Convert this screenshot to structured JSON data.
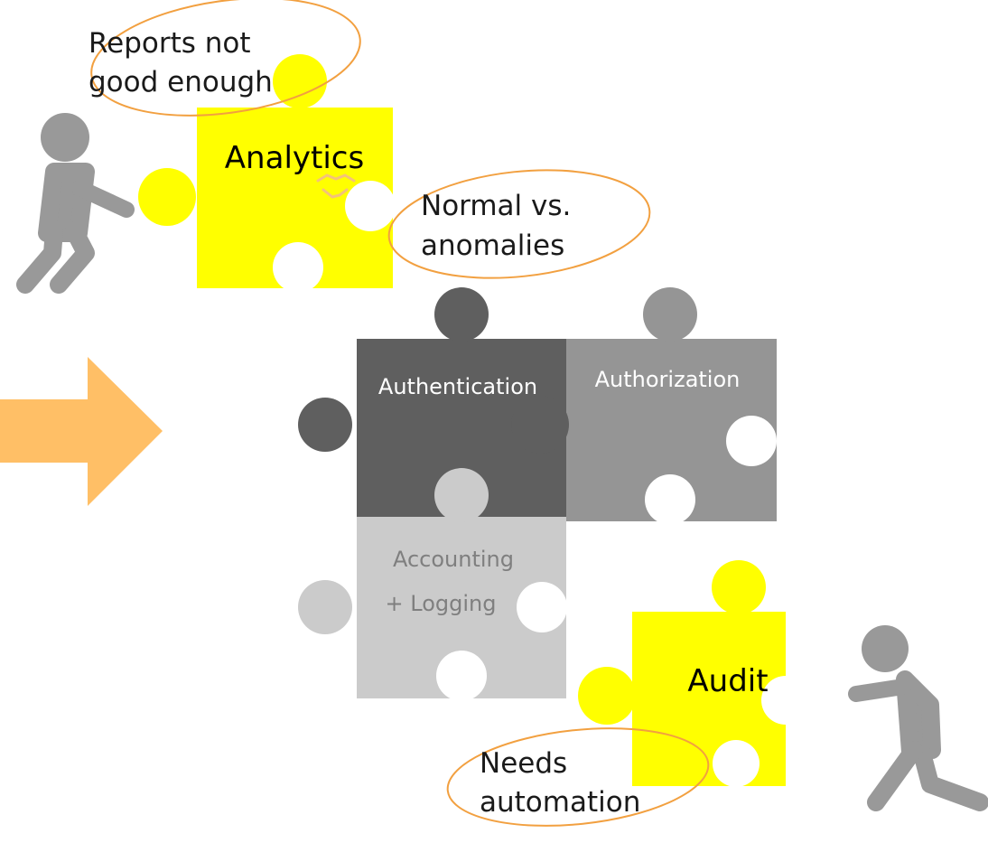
{
  "colors": {
    "yellow": "#ffff00",
    "dark_gray": "#5f5f5f",
    "mid_gray": "#959595",
    "light_gray": "#cbcbcb",
    "person": "#999999",
    "arrow": "#ffbf66",
    "ellipse": "#f2a040"
  },
  "pieces": {
    "analytics": "Analytics",
    "authentication": "Authentication",
    "authorization": "Authorization",
    "accounting_line1": "Accounting",
    "accounting_line2": "+ Logging",
    "audit": "Audit"
  },
  "callouts": {
    "reports_line1": "Reports not",
    "reports_line2": "good enough",
    "normal_line1": "Normal vs.",
    "normal_line2": "anomalies",
    "needs_line1": "Needs",
    "needs_line2": "automation"
  },
  "icons": [
    "person-pushing-icon",
    "right-arrow-icon",
    "handshake-icon",
    "puzzle-piece-icon"
  ]
}
